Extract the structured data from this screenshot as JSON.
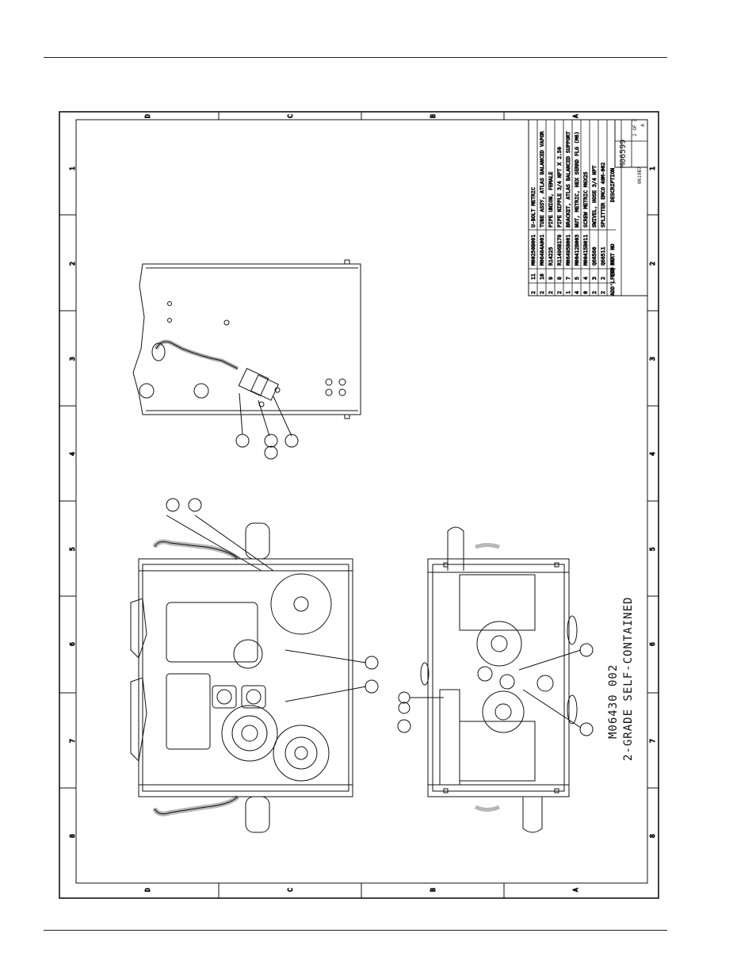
{
  "drawing": {
    "title_lines": [
      "M06430 002",
      "2-GRADE SELF-CONTAINED"
    ],
    "zone_letters": [
      "D",
      "C",
      "B",
      "A"
    ],
    "zone_numbers": [
      "1",
      "2",
      "3",
      "4",
      "5",
      "6",
      "7",
      "8"
    ]
  },
  "parts_list": {
    "headers": [
      "ADD'L QTY",
      "FIND NO",
      "PART NO",
      "DESCRIPTION"
    ],
    "rows": [
      {
        "qty": "2",
        "find": "11",
        "part": "M00250B001",
        "desc": "U-BOLT METRIC"
      },
      {
        "qty": "2",
        "find": "10",
        "part": "M06484A001",
        "desc": "TUBE ASSY, ATLAS BALANCED VAPOR"
      },
      {
        "qty": "2",
        "find": "9",
        "part": "R14225",
        "desc": "PIPE UNION, FEMALE"
      },
      {
        "qty": "2",
        "find": "8",
        "part": "R11496B178",
        "desc": "PIPE NIPPLE 3/4 NPT X 2.50"
      },
      {
        "qty": "1",
        "find": "7",
        "part": "M06495B001",
        "desc": "BRACKET, ATLAS BALANCED SUPPORT"
      },
      {
        "qty": "4",
        "find": "5",
        "part": "M00412B003",
        "desc": "NUT, METRIC, HEX SERRD FLG (M6)"
      },
      {
        "qty": "0",
        "find": "4",
        "part": "M00415B011",
        "desc": "SCREW METRIC M6X25"
      },
      {
        "qty": "2",
        "find": "3",
        "part": "Q66560",
        "desc": "SWIVEL, HOSE 3/4 NPT"
      },
      {
        "qty": "2",
        "find": "2",
        "part": "Q66511",
        "desc": "SPLITTER EMCO 40M-002"
      }
    ]
  },
  "title_block": {
    "drawing_number": "M06599",
    "cage_code": "0619B7",
    "sheet": "2 OF 3",
    "rev": "A"
  }
}
